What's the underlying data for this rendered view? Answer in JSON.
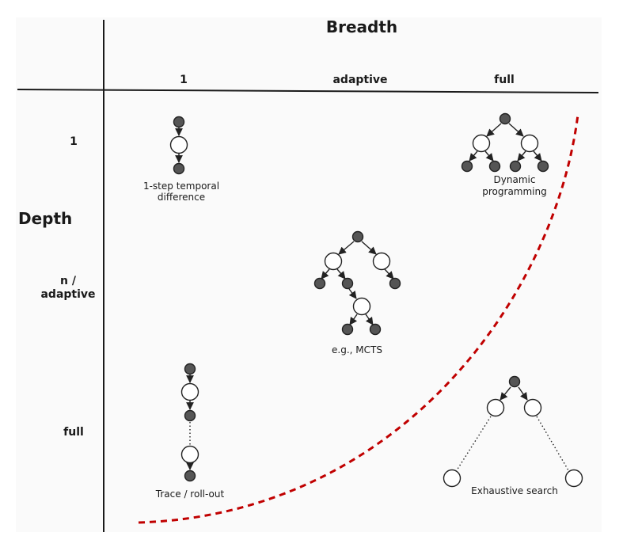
{
  "header": {
    "title": "Breadth"
  },
  "axis": {
    "label": "Depth"
  },
  "columns": [
    "1",
    "adaptive",
    "full"
  ],
  "rows": [
    "1",
    "n /",
    "adaptive",
    "full"
  ],
  "captions": {
    "td": [
      "1-step temporal",
      "difference"
    ],
    "dp": [
      "Dynamic",
      "programming"
    ],
    "mcts": "e.g., MCTS",
    "trace": "Trace / roll-out",
    "exhaustive": "Exhaustive search"
  },
  "colors": {
    "axis": "#1a1a1a",
    "frontier": "#c00000",
    "state_node": "#555555",
    "action_node": "#ffffff",
    "panel": "#fafafa"
  }
}
